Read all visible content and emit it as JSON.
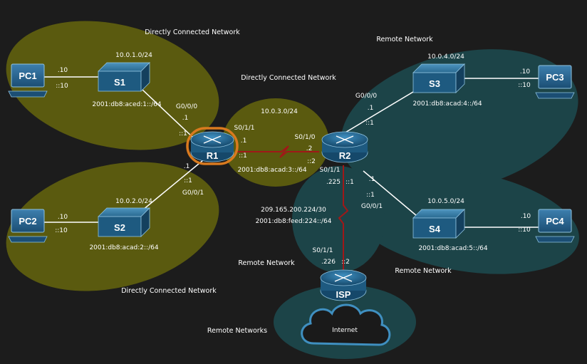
{
  "colors": {
    "background": "#1c1c1c",
    "directly_connected": "#5a5a0f",
    "remote": "#1c4448",
    "router": "#1e5a80",
    "switch": "#2a6a90",
    "serial_link": "#a01818",
    "r1_highlight": "#d97a1f"
  },
  "regions": {
    "dc_top": "Directly Connected Network",
    "dc_middle": "Directly Connected Network",
    "dc_bottom": "Directly Connected Network",
    "remote_top": "Remote Network",
    "remote_bottom_right": "Remote Network",
    "remote_bottom_left": "Remote Network",
    "remote_networks": "Remote Networks"
  },
  "devices": {
    "pc1": "PC1",
    "pc2": "PC2",
    "pc3": "PC3",
    "pc4": "PC4",
    "s1": "S1",
    "s2": "S2",
    "s3": "S3",
    "s4": "S4",
    "r1": "R1",
    "r2": "R2",
    "isp": "ISP",
    "internet": "Internet"
  },
  "networks": {
    "lan1_v4": "10.0.1.0/24",
    "lan1_v6": "2001:db8:aced:1::/64",
    "lan2_v4": "10.0.2.0/24",
    "lan2_v6": "2001:db8:acad:2::/64",
    "wan_v4": "10.0.3.0/24",
    "wan_v6": "2001:db8:acad:3::/64",
    "lan4_v4": "10.0.4.0/24",
    "lan4_v6": "2001:db8:acad:4::/64",
    "lan5_v4": "10.0.5.0/24",
    "lan5_v6": "2001:db8:acad:5::/64",
    "isp_v4": "209.165.200.224/30",
    "isp_v6": "2001:db8:feed:224::/64"
  },
  "interfaces": {
    "r1_g000": "G0/0/0",
    "r1_g000_v4": ".1",
    "r1_g000_v6": "::1",
    "r1_g001": "G0/0/1",
    "r1_g001_v4": ".1",
    "r1_g001_v6": "::1",
    "r1_s011": "S0/1/1",
    "r1_s011_v4": ".1",
    "r1_s011_v6": "::1",
    "r2_s010": "S0/1/0",
    "r2_s010_v4": ".2",
    "r2_s010_v6": "::2",
    "r2_g000": "G0/0/0",
    "r2_g000_v4": ".1",
    "r2_g000_v6": "::1",
    "r2_s011": "S0/1/1",
    "r2_s011_v4": ".225",
    "r2_s011_v6": "::1",
    "r2_g001": "G0/0/1",
    "r2_g001_v4": ".1",
    "r2_g001_v6": "::1",
    "isp_s011": "S0/1/1",
    "isp_s011_v4": ".226",
    "isp_s011_v6": "::2",
    "pc1_v4": ".10",
    "pc1_v6": "::10",
    "pc2_v4": ".10",
    "pc2_v6": "::10",
    "pc3_v4": ".10",
    "pc3_v6": "::10",
    "pc4_v4": ".10",
    "pc4_v6": "::10"
  }
}
